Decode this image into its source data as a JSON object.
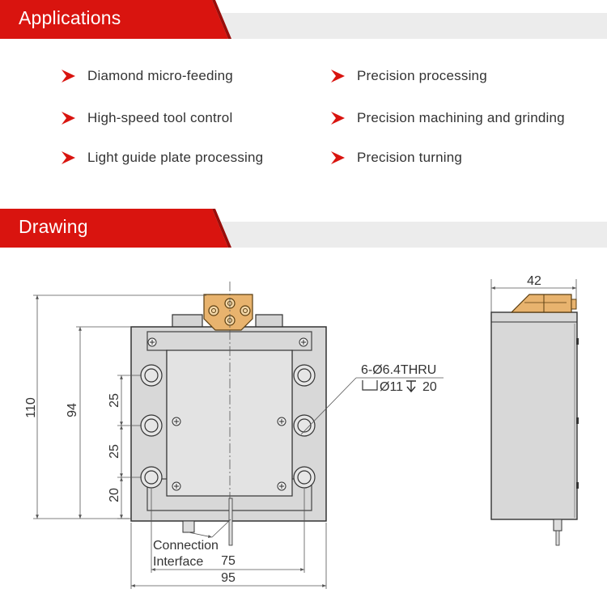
{
  "sections": {
    "applications": "Applications",
    "drawing": "Drawing"
  },
  "applications": [
    "Diamond micro-feeding",
    "Precision processing",
    "High-speed tool control",
    "Precision machining and grinding",
    "Light guide plate processing",
    "Precision turning"
  ],
  "drawing": {
    "dims": {
      "height_total": "110",
      "height_body": "94",
      "spacing_1": "25",
      "spacing_2": "25",
      "spacing_3": "20",
      "width_holes": "75",
      "width_total": "95",
      "depth": "42"
    },
    "hole_note_1": "6-Ø6.4THRU",
    "hole_note_2": "Ø11",
    "hole_note_3": "20",
    "connection_label_1": "Connection",
    "connection_label_2": "Interface"
  },
  "colors": {
    "accent_red": "#d9140f",
    "bar_grey": "#ececec",
    "copper": "#e8b36e",
    "body_fill": "#d8d8d8"
  }
}
